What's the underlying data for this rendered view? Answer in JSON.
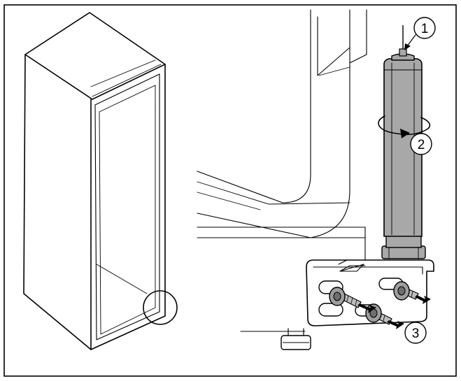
{
  "illustration": {
    "frame_color": "#000000",
    "background": "#ffffff",
    "filter_fill": "#a8a8a8",
    "callouts": [
      {
        "id": "1",
        "label": "1"
      },
      {
        "id": "2",
        "label": "2"
      },
      {
        "id": "3",
        "label": "3"
      }
    ]
  }
}
